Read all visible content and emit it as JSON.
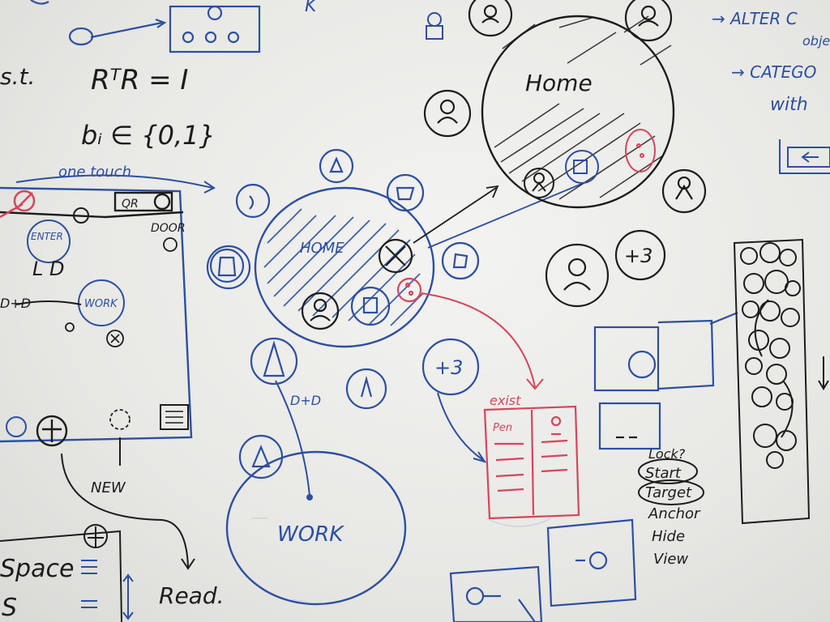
{
  "colors": {
    "board": "#efefec",
    "blue_marker": "#2d4fa0",
    "black_marker": "#1c1c1c",
    "red_marker": "#d6455a"
  },
  "left_notes": {
    "eq1_prefix": "s.t.",
    "eq1": "RᵀR = I",
    "eq2": "bᵢ ∈ {0,1}",
    "one_touch": "one touch"
  },
  "left_panel": {
    "qr_label": "QR",
    "enter_label": "ENTER",
    "door_label": "DOOR",
    "work_label": "WORK",
    "dd_label": "D+D",
    "new_label": "NEW",
    "read_label": "Read.",
    "space_label": "Space"
  },
  "center": {
    "home_label": "HOME",
    "work_label": "WORK",
    "dd_label": "D+D",
    "plus3_label": "+3",
    "exist_label": "exist",
    "pen_label": "Pen"
  },
  "top_right": {
    "home_label": "Home",
    "plus3_label": "+3",
    "note1_line1": "→ ALTER C",
    "note1_line2": "objec",
    "note2_line1": "→ CATEGO",
    "note2_line2": "with"
  },
  "right_list": {
    "question": "Lock?",
    "items": [
      "Start",
      "Target",
      "Anchor",
      "Hide",
      "View"
    ]
  }
}
